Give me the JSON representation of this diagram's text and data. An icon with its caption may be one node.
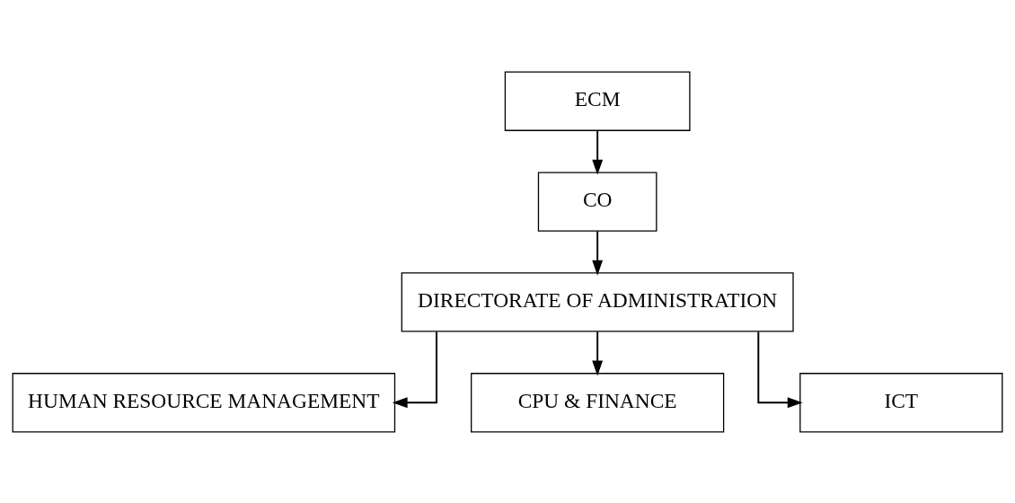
{
  "diagram": {
    "nodes": [
      {
        "text": [
          "ECM"
        ]
      },
      {
        "text": [
          "CO"
        ]
      },
      {
        "text": [
          "DIRECTORATE OF ADMINISTRATION"
        ]
      },
      {
        "text": [
          "HUMAN RESOURCE MANAGEMENT"
        ]
      },
      {
        "text": [
          "CPU & FINANCE"
        ]
      },
      {
        "text": [
          "ICT"
        ]
      }
    ],
    "edges": [
      {
        "from": 0,
        "to": 1,
        "arrow": "to"
      },
      {
        "from": 1,
        "to": 2,
        "arrow": "to"
      },
      {
        "from": 2,
        "to": 3,
        "arrow": "to"
      },
      {
        "from": 2,
        "to": 4,
        "arrow": "to"
      },
      {
        "from": 2,
        "to": 5,
        "arrow": "to"
      }
    ]
  }
}
